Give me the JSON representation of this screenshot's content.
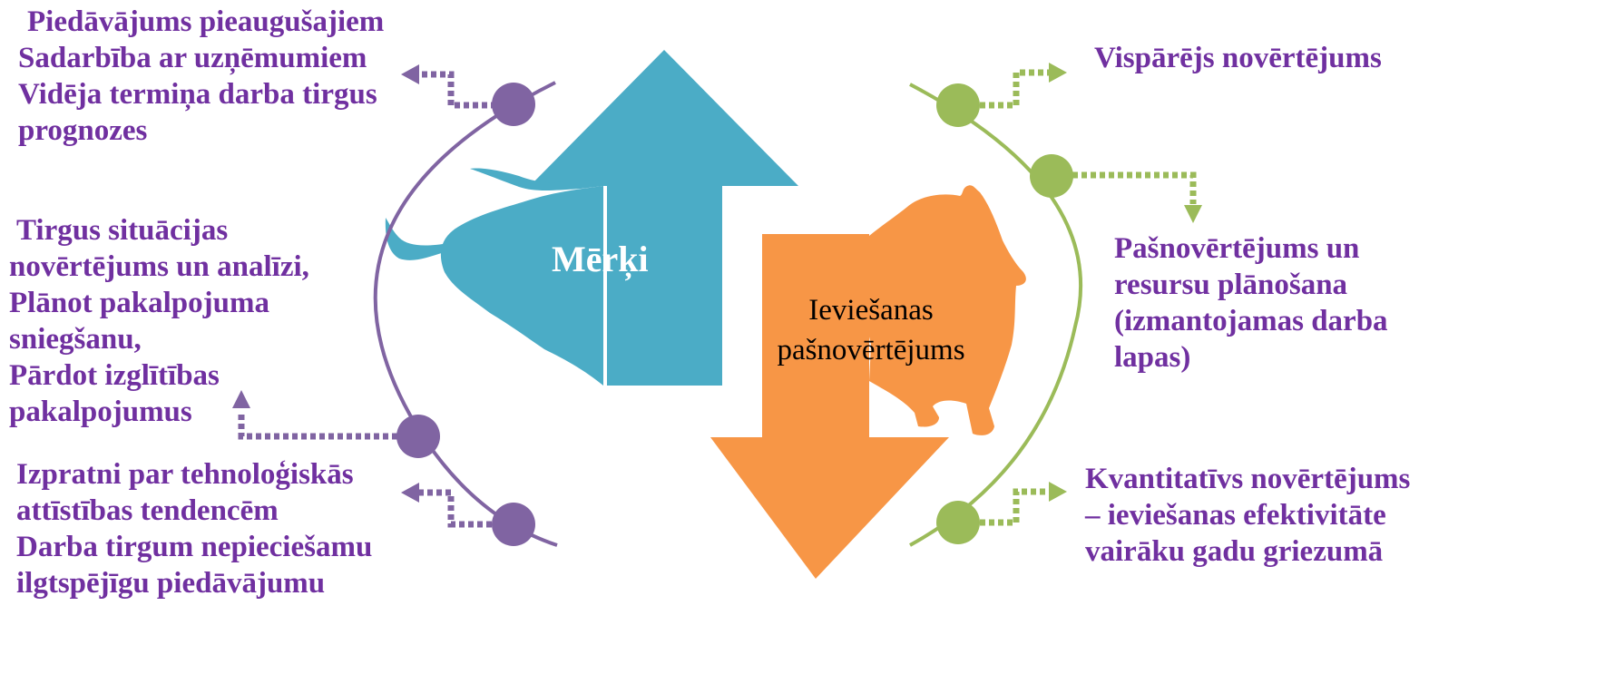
{
  "colors": {
    "purple": "#8064A2",
    "green": "#9BBB59",
    "teal": "#4BACC6",
    "orange": "#F79646",
    "purple_text": "#7030A0",
    "white": "#FFFFFF",
    "black": "#000000"
  },
  "icons": {
    "bull": "bull-silhouette-icon",
    "bear": "bear-silhouette-icon"
  },
  "goals": {
    "label": "Mērķi",
    "item1": {
      "lines": [
        "Piedāvājums pieaugušajiem",
        "Sadarbība ar uzņēmumiem",
        "Vidēja termiņa darba tirgus",
        "prognozes"
      ]
    },
    "item2": {
      "lines": [
        "Tirgus situācijas",
        "novērtējums un analīzi,",
        "Plānot pakalpojuma",
        "sniegšanu,",
        "Pārdot izglītības",
        "pakalpojumus"
      ]
    },
    "item3": {
      "lines": [
        "Izpratni par tehnoloģiskās",
        "attīstības tendencēm",
        "Darba tirgum nepieciešamu",
        "ilgtspējīgu piedāvājumu"
      ]
    }
  },
  "evaluation": {
    "label_line1": "Ieviešanas",
    "label_line2": "pašnovērtējums",
    "item1": {
      "lines": [
        "Vispārējs novērtējums"
      ]
    },
    "item2": {
      "lines": [
        "Pašnovērtējums un",
        "resursu plānošana",
        "(izmantojamas darba",
        "lapas)"
      ]
    },
    "item3": {
      "lines": [
        "Kvantitatīvs novērtējums",
        "– ieviešanas efektivitāte",
        "vairāku gadu griezumā"
      ]
    }
  }
}
